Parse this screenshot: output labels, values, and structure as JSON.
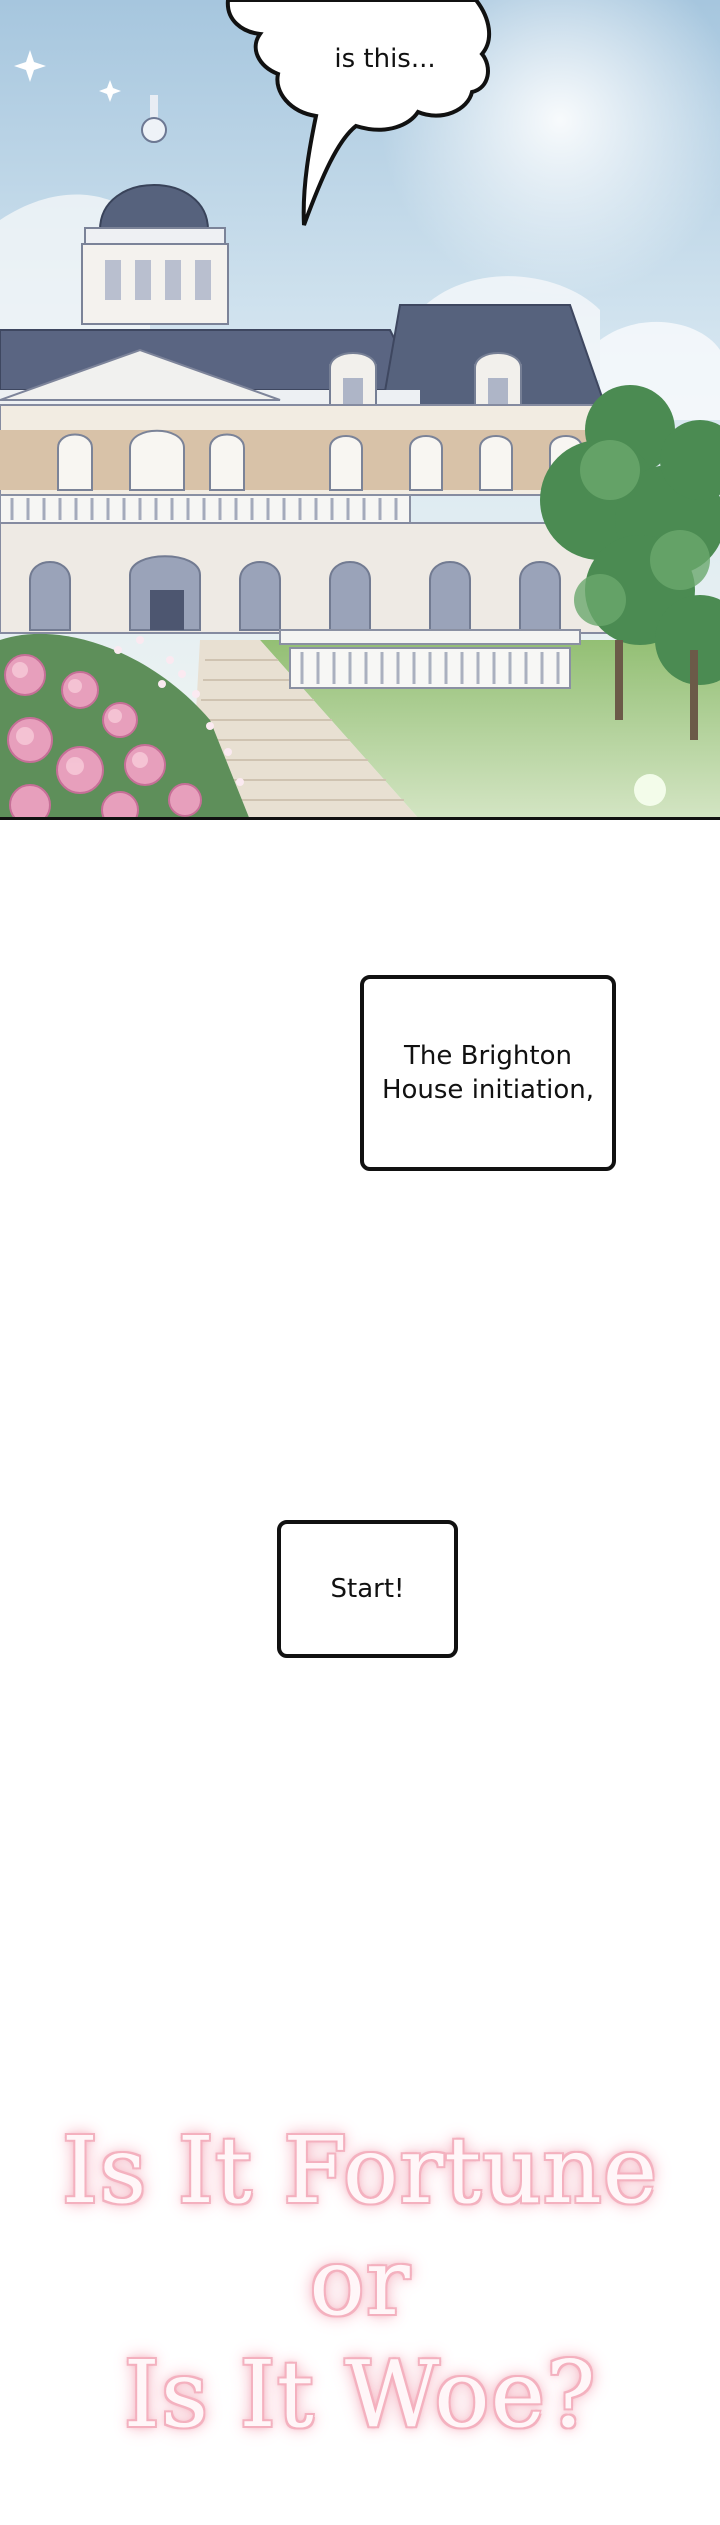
{
  "panels": {
    "top": {
      "speech_text": "is this..."
    },
    "captions": [
      {
        "text": "The Brighton\nHouse initiation,"
      },
      {
        "text": "Start!"
      }
    ]
  },
  "title": {
    "line1": "Is It Fortune",
    "line2": "or",
    "line3": "Is It Woe?"
  },
  "colors": {
    "sky_top": "#a9c7dd",
    "roof": "#58647f",
    "wall": "#f6f3ee",
    "lawn": "#8ab56b",
    "title_pink": "#f4a9b8"
  }
}
